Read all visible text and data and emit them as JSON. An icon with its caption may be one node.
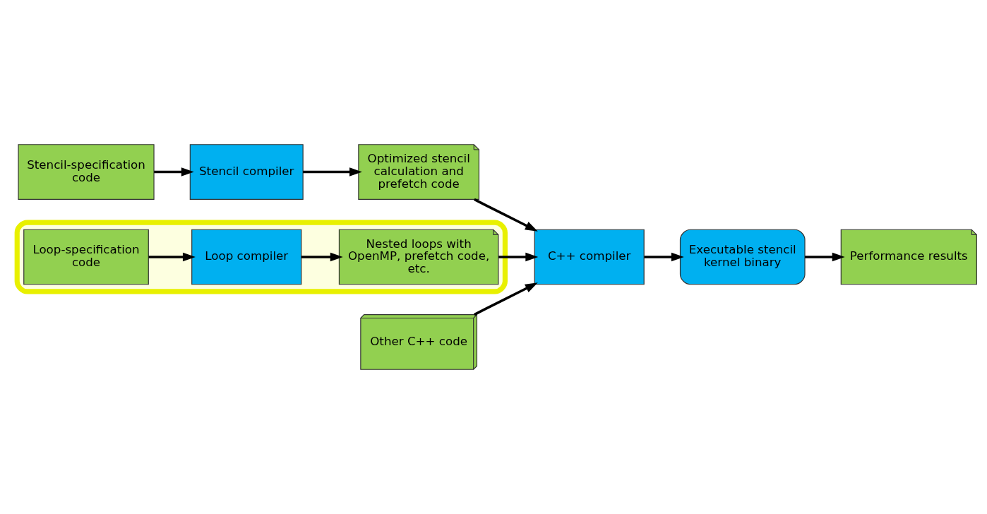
{
  "diagram": {
    "nodes": [
      {
        "text": [
          "Stencil-specification code"
        ]
      },
      {
        "text": [
          "Stencil compiler"
        ]
      },
      {
        "text": [
          "Optimized stencil calculation and prefetch code"
        ]
      },
      {
        "text": [],
        "shape": "ellipse"
      },
      {
        "text": [
          "Loop-specification code"
        ],
        "in": 3
      },
      {
        "text": [
          "Loop compiler"
        ],
        "in": 3
      },
      {
        "text": [
          "Nested loops with OpenMP, prefetch code, etc."
        ],
        "in": 3
      },
      {
        "text": [
          "Other C++ code"
        ]
      },
      {
        "text": [
          "C++ compiler"
        ]
      },
      {
        "text": [
          "Executable stencil kernel binary"
        ]
      },
      {
        "text": [
          "Performance results"
        ]
      }
    ],
    "edges": [
      {
        "from": 0,
        "to": 1,
        "arrow": "to"
      },
      {
        "from": 1,
        "to": 2,
        "arrow": "to"
      },
      {
        "from": 4,
        "to": 5,
        "arrow": "to"
      },
      {
        "from": 5,
        "to": 6,
        "arrow": "to"
      },
      {
        "from": 2,
        "to": 8,
        "arrow": "to"
      },
      {
        "from": 6,
        "to": 8,
        "arrow": "to"
      },
      {
        "from": 7,
        "to": 8,
        "arrow": "to"
      },
      {
        "from": 8,
        "to": 9,
        "arrow": "to"
      },
      {
        "from": 9,
        "to": 10,
        "arrow": "to"
      }
    ]
  }
}
